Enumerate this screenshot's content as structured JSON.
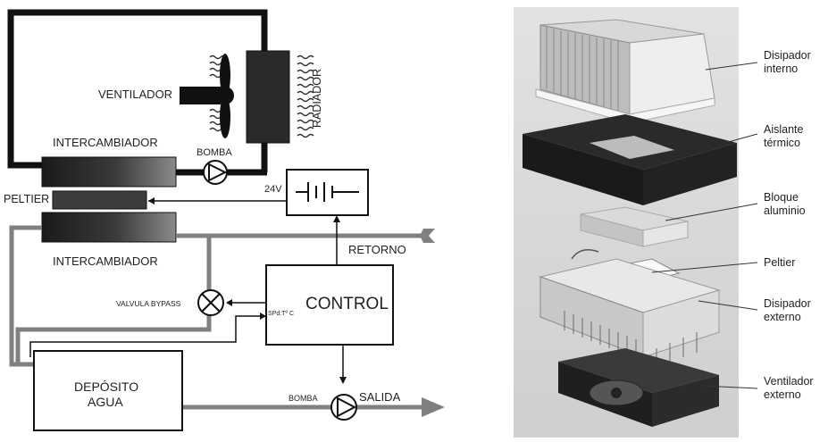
{
  "diagram": {
    "ventilador": "VENTILADOR",
    "radiador": "RADIADOR",
    "intercambiador_top": "INTERCAMBIADOR",
    "bomba_top": "BOMBA",
    "peltier": "PELTIER",
    "voltage": "24V",
    "intercambiador_bottom": "INTERCAMBIADOR",
    "retorno": "RETORNO",
    "valvula": "VALVULA BYPASS",
    "control": "CONTROL",
    "setpoint": "SPd:Tº C",
    "deposito_line1": "DEPÓSITO",
    "deposito_line2": "AGUA",
    "bomba_bottom": "BOMBA",
    "salida": "SALIDA"
  },
  "photo": {
    "labels": [
      {
        "line1": "Disipador",
        "line2": "interno"
      },
      {
        "line1": "Aislante",
        "line2": "térmico"
      },
      {
        "line1": "Bloque",
        "line2": "aluminio"
      },
      {
        "line1": "Peltier",
        "line2": ""
      },
      {
        "line1": "Disipador",
        "line2": "externo"
      },
      {
        "line1": "Ventilador",
        "line2": "externo"
      }
    ]
  }
}
